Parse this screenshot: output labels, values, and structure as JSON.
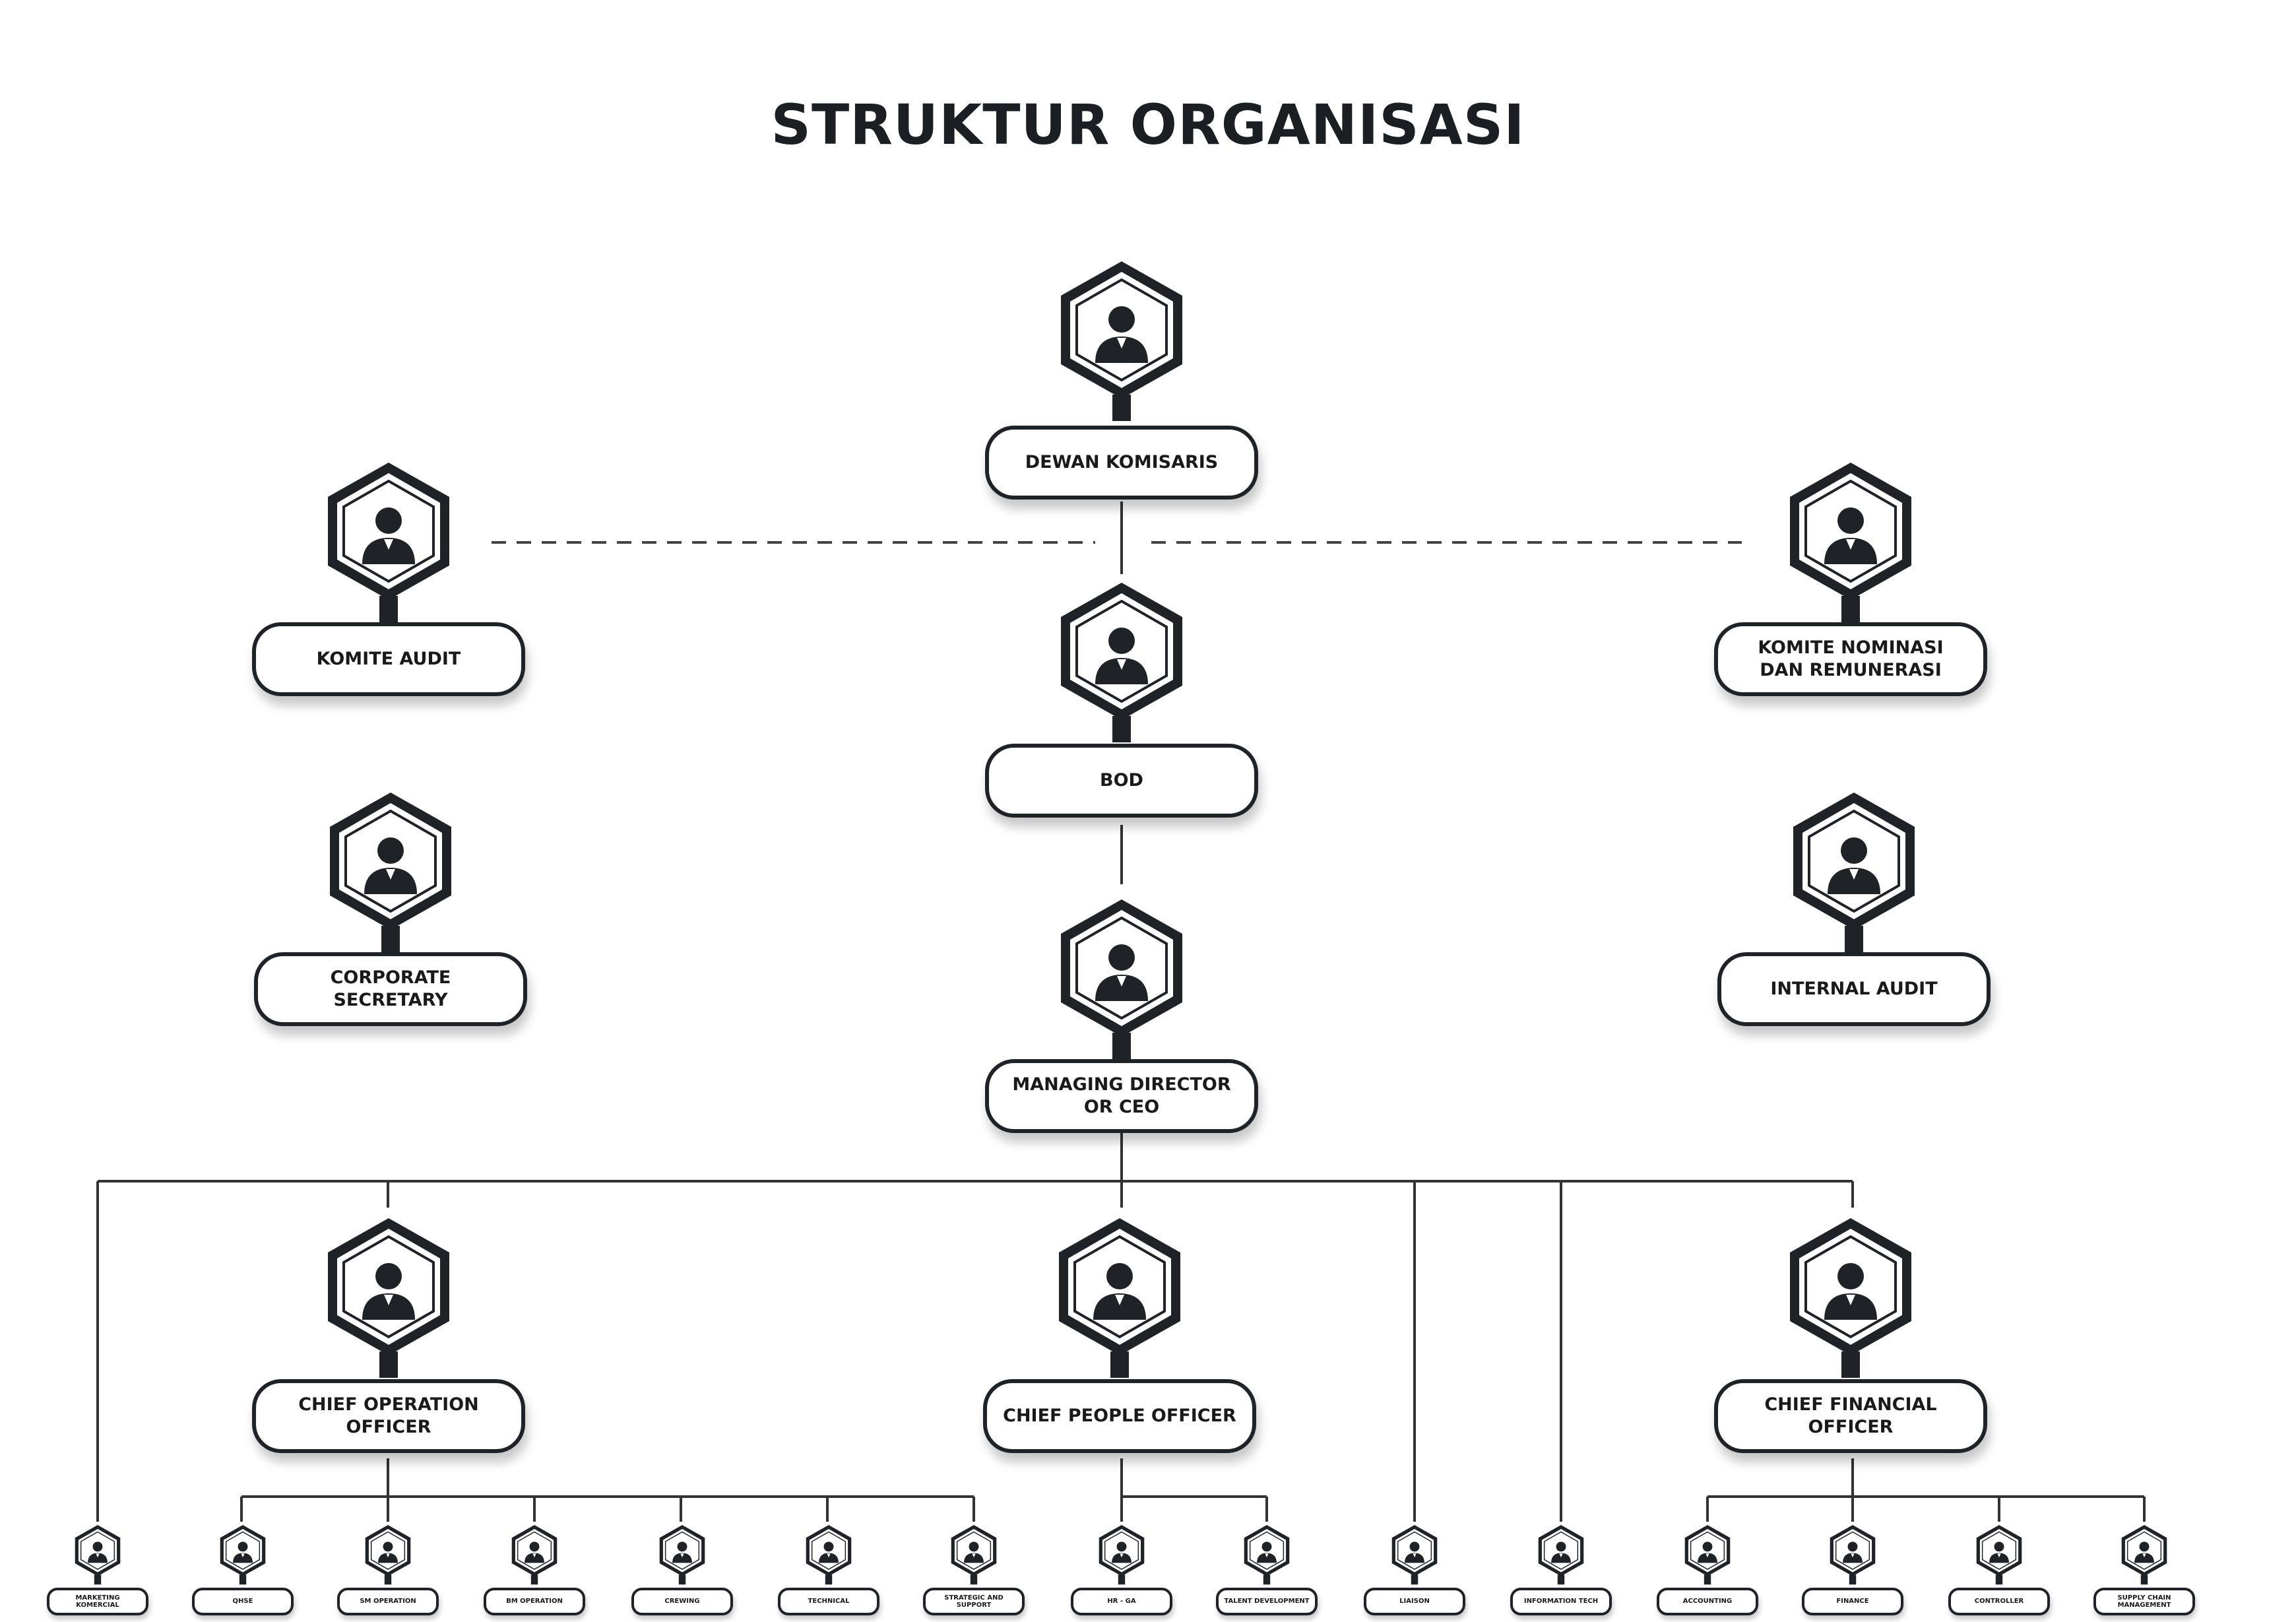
{
  "title": "STRUKTUR ORGANISASI",
  "nodes": {
    "dewan_komisaris": "DEWAN KOMISARIS",
    "komite_audit": "KOMITE AUDIT",
    "komite_nominasi": "KOMITE NOMINASI DAN REMUNERASI",
    "bod": "BOD",
    "corporate_secretary": "CORPORATE SECRETARY",
    "internal_audit": "INTERNAL AUDIT",
    "ceo": "MANAGING DIRECTOR OR CEO",
    "coo": "CHIEF OPERATION OFFICER",
    "cpo": "CHIEF PEOPLE OFFICER",
    "cfo": "CHIEF FINANCIAL OFFICER",
    "marketing": "MARKETING KOMERCIAL",
    "qhse": "QHSE",
    "sm_operation": "SM OPERATION",
    "bm_operation": "BM OPERATION",
    "crewing": "CREWING",
    "technical": "TECHNICAL",
    "strategic": "STRATEGIC AND SUPPORT",
    "hr_ga": "HR - GA",
    "talent": "TALENT DEVELOPMENT",
    "liaison": "LIAISON",
    "it": "INFORMATION TECH",
    "accounting": "ACCOUNTING",
    "finance": "FINANCE",
    "controller": "CONTROLLER",
    "supply_chain": "SUPPLY CHAIN MANAGEMENT"
  },
  "icon": "person-icon",
  "colors": {
    "ink": "#1f2328",
    "background": "#ffffff"
  }
}
